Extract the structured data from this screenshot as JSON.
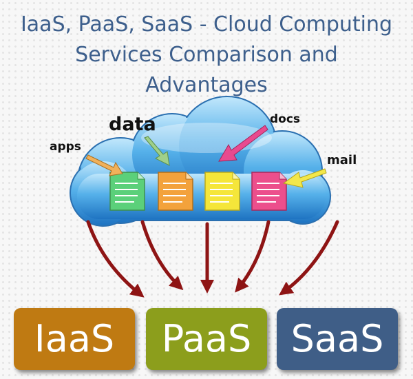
{
  "title": "IaaS, PaaS, SaaS -  Cloud Computing\nServices  Comparison and\nAdvantages",
  "labels": {
    "data": "data",
    "apps": "apps",
    "docs": "docs",
    "mail": "mail"
  },
  "services": {
    "iaas": "IaaS",
    "paas": "PaaS",
    "saas": "SaaS"
  },
  "colors": {
    "title": "#3d5f8c",
    "cloud": "#2f8fd6",
    "iaas": "#bf7a12",
    "paas": "#8c9e1c",
    "saas": "#3f5e87",
    "arrows": "#8e1414"
  }
}
